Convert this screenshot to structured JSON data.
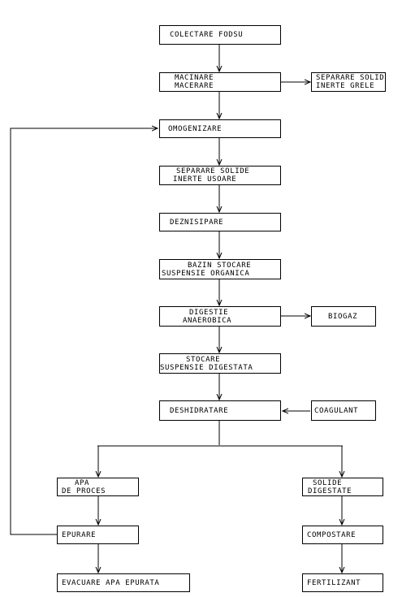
{
  "nodes": {
    "colectare": [
      "COLECTARE FODSU"
    ],
    "macinare": [
      "MACINARE",
      "MACERARE"
    ],
    "separare_grele": [
      "SEPARARE SOLIDE",
      "INERTE GRELE"
    ],
    "omogenizare": [
      "OMOGENIZARE"
    ],
    "separare_usoare": [
      "SEPARARE SOLIDE",
      "INERTE USOARE"
    ],
    "deznisipare": [
      "DEZNISIPARE"
    ],
    "bazin": [
      "BAZIN STOCARE",
      "SUSPENSIE ORGANICA"
    ],
    "digestie": [
      "DIGESTIE",
      "ANAEROBICA"
    ],
    "biogaz": [
      "BIOGAZ"
    ],
    "stocare": [
      "STOCARE",
      "SUSPENSIE DIGESTATA"
    ],
    "deshidratare": [
      "DESHIDRATARE"
    ],
    "coagulant": [
      "COAGULANT"
    ],
    "apa_proces": [
      "APA",
      "DE PROCES"
    ],
    "solide_digestate": [
      "SOLIDE",
      "DIGESTATE"
    ],
    "epurare": [
      "EPURARE"
    ],
    "compostare": [
      "COMPOSTARE"
    ],
    "evacuare": [
      "EVACUARE APA EPURATA"
    ],
    "fertilizant": [
      "FERTILIZANT"
    ]
  }
}
